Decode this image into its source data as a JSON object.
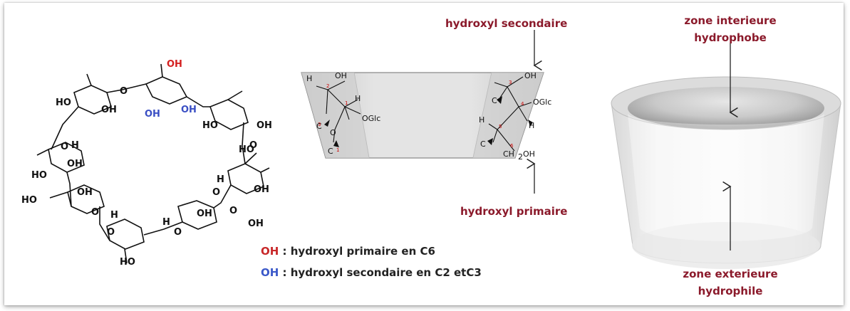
{
  "structure": {
    "oh_primary": "OH",
    "oh_secondary_a": "OH",
    "oh_secondary_b": "OH",
    "atoms": [
      "HO",
      "OH",
      "OH",
      "HO",
      "OH",
      "O",
      "HO",
      "O",
      "OH",
      "HO",
      "HO",
      "O",
      "HO",
      "H",
      "O",
      "H",
      "O",
      "H",
      "O",
      "OH",
      "OH",
      "O",
      "H",
      "OH",
      "O"
    ]
  },
  "legend": {
    "primary_oh": "OH",
    "primary_text": " : hydroxyl primaire en C6",
    "secondary_oh": "OH",
    "secondary_text": " : hydroxyl secondaire en C2 etC3"
  },
  "truncated_cone": {
    "top_label": "hydroxyl  secondaire",
    "bottom_label": "hydroxyl primaire",
    "left_atoms": [
      "H",
      "OH",
      "C",
      "H",
      "OGlc",
      "O",
      "C"
    ],
    "right_atoms": [
      "OH",
      "C",
      "OGlc",
      "H",
      "H",
      "C",
      "CH",
      "2",
      "OH"
    ],
    "numbers_left": [
      "2",
      "3",
      "1",
      "1"
    ],
    "numbers_right": [
      "3",
      "4",
      "5",
      "6"
    ]
  },
  "cavity": {
    "interior_label_line1": "zone interieure",
    "interior_label_line2": "hydrophobe",
    "exterior_label_line1": "zone exterieure",
    "exterior_label_line2": "hydrophile"
  },
  "colors": {
    "label_red": "#8b1a2b",
    "oh_red": "#d42020",
    "oh_blue": "#3a4fc4",
    "legend_red": "#c8282a",
    "legend_blue": "#3b59c9"
  }
}
